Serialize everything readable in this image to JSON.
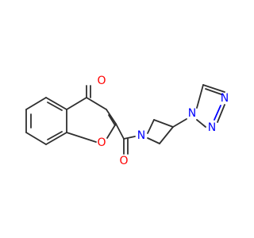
{
  "structure": {
    "colors": {
      "background": "#ffffff",
      "carbon_bond": "#2f2f2f",
      "oxygen": "#ff0000",
      "nitrogen": "#0000ff"
    },
    "atom_labels": {
      "ketone_oxygen": "O",
      "ring_oxygen": "O",
      "amide_oxygen": "O",
      "azetidine_nitrogen": "N",
      "triazole_n1": "N",
      "triazole_n2": "N",
      "triazole_n3": "N"
    }
  }
}
